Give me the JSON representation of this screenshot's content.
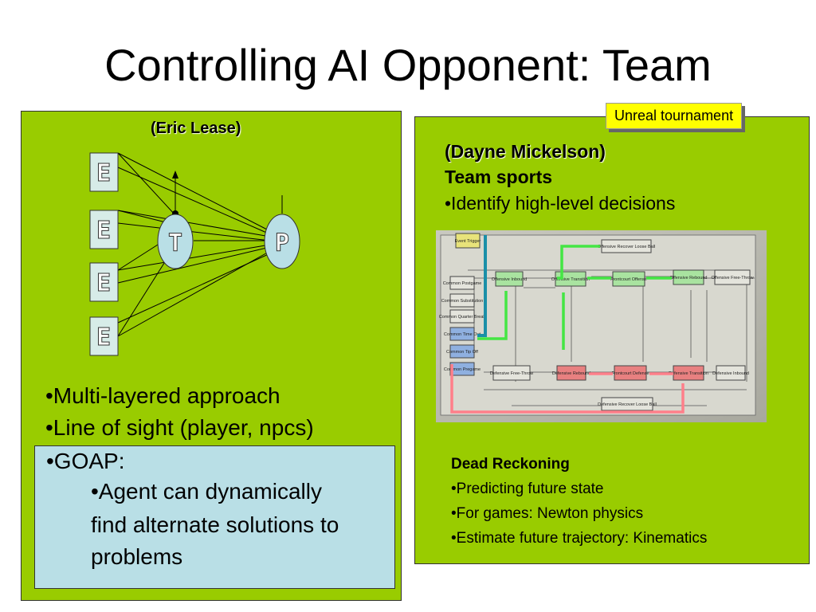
{
  "slide": {
    "title": "Controlling AI Opponent: Team"
  },
  "left": {
    "author": "(Eric Lease)",
    "diagram": {
      "e_label": "E",
      "t_label": "T",
      "p_label": "P"
    },
    "bullets": [
      "•Multi-layered approach",
      "•Line of sight (player, npcs)"
    ],
    "goap": {
      "heading": "•GOAP:",
      "sub_lines": [
        "•Agent can dynamically",
        "find alternate solutions to",
        "problems"
      ]
    }
  },
  "right": {
    "callout": "Unreal tournament",
    "author": "(Dayne Mickelson)",
    "subtitle": "Team sports",
    "bullet": "•Identify high-level decisions",
    "diagram_labels": {
      "event_trigger": "Event Trigger",
      "offensive_recover": "Offensive Recover Loose Ball",
      "offensive_inbound": "Offensive Inbound",
      "offensive_transition": "Offensive Transition",
      "frontcourt_offense": "Frontcourt Offense",
      "offensive_rebound": "Offensive Rebound",
      "offensive_free_throw": "Offensive Free-Throw",
      "common_postgame": "Common Postgame",
      "common_substitution": "Common Substitution",
      "common_quarter_break": "Common Quarter Break",
      "common_time_out": "Common Time Out",
      "common_tip_off": "Common Tip Off",
      "common_pregame": "Common Pregame",
      "defensive_free_throw": "Defensive Free-Throw",
      "defensive_rebound": "Defensive Rebound",
      "frontcourt_defense": "Frontcourt Defense",
      "defensive_transition": "Defensive Transition",
      "defensive_inbound": "Defensive Inbound",
      "defensive_recover": "Defensive Recover Loose Ball"
    },
    "dead_reckoning": {
      "heading": "Dead Reckoning",
      "items": [
        "•Predicting future state",
        "•For games: Newton physics",
        "•Estimate future trajectory: Kinematics"
      ]
    }
  }
}
